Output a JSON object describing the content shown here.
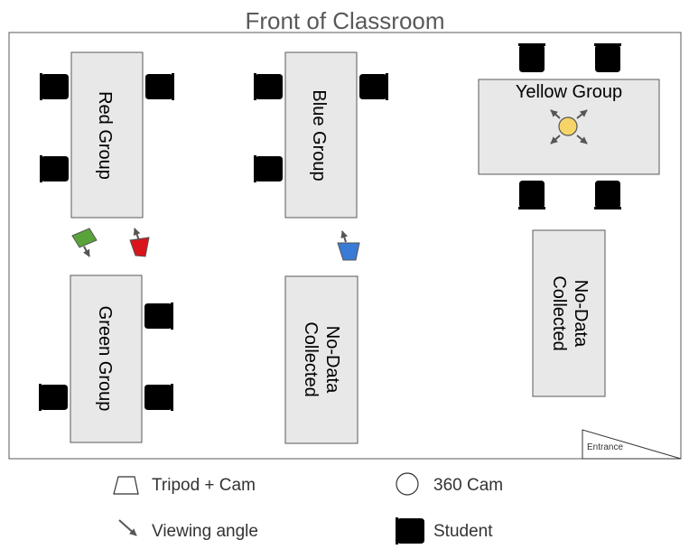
{
  "title": "Front of Classroom",
  "tables": {
    "red": "Red Group",
    "blue": "Blue Group",
    "yellow": "Yellow Group",
    "green": "Green Group",
    "nodata_line1": "No-Data",
    "nodata_line2": "Collected"
  },
  "entrance": "Entrance",
  "legend": {
    "tripod": "Tripod + Cam",
    "cam360": "360 Cam",
    "viewing": "Viewing angle",
    "student": "Student"
  },
  "colors": {
    "green_cam": "#5aa33b",
    "red_cam": "#d9141b",
    "blue_cam": "#3a7bd5",
    "cam360": "#f6d467"
  }
}
